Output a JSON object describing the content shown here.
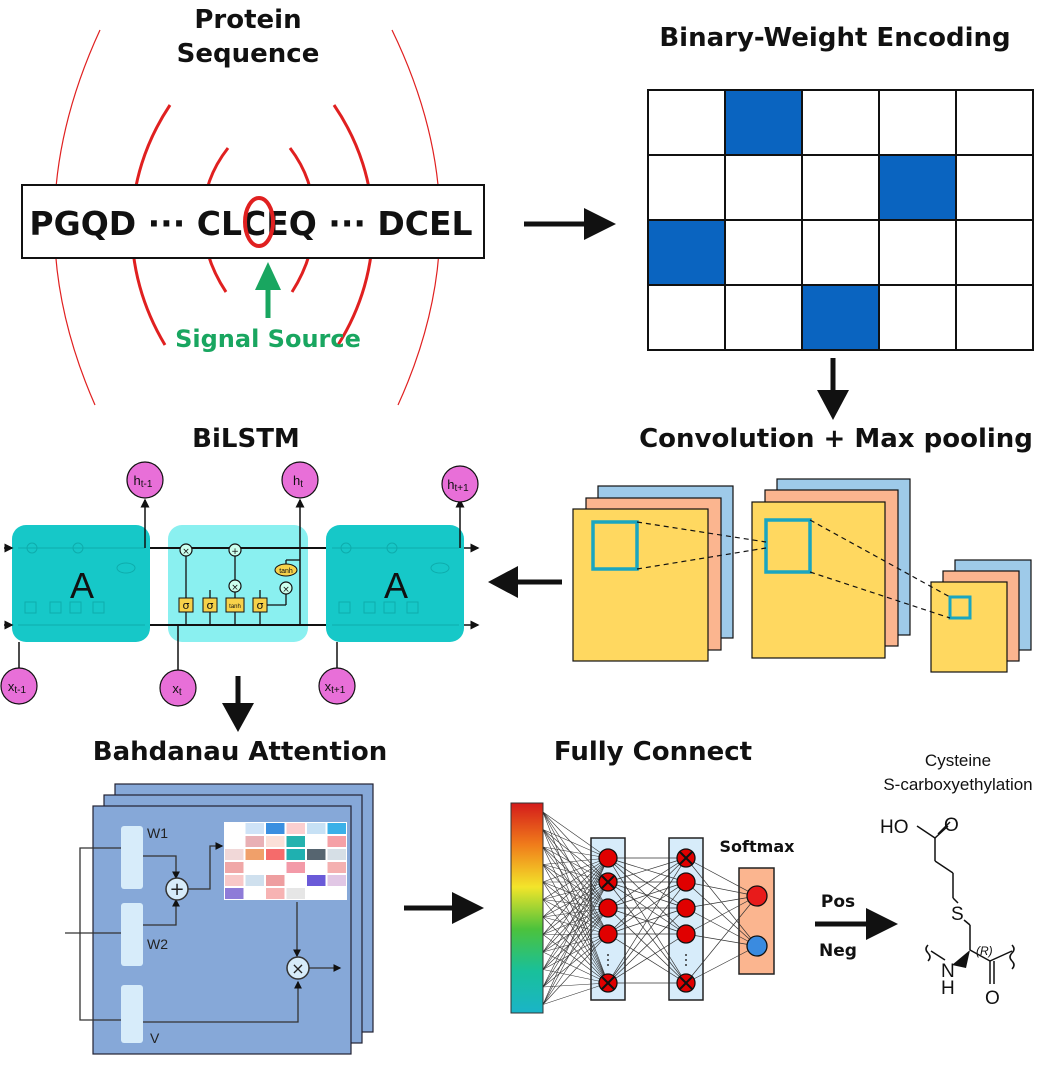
{
  "titles": {
    "protein_line1": "Protein",
    "protein_line2": "Sequence",
    "binary": "Binary-Weight Encoding",
    "conv": "Convolution + Max pooling",
    "bilstm": "BiLSTM",
    "attention": "Bahdanau Attention",
    "fc": "Fully Connect",
    "product_line1": "Cysteine",
    "product_line2": "S-carboxyethylation"
  },
  "sequence": {
    "left": "PGQD ··· CL",
    "center": "C",
    "right": "EQ ··· DCEL"
  },
  "signal_label": "Signal Source",
  "bilstm": {
    "outputs": [
      "h",
      "h",
      "h"
    ],
    "output_subs": [
      "t-1",
      "t",
      "t+1"
    ],
    "inputs": [
      "x",
      "x",
      "x"
    ],
    "input_subs": [
      "t-1",
      "t",
      "t+1"
    ],
    "cell_label": "A",
    "gate_labels": [
      "σ",
      "σ",
      "tanh",
      "σ"
    ],
    "tanh_label": "tanh"
  },
  "attention_labels": {
    "w1": "W1",
    "w2": "W2",
    "v": "V"
  },
  "fc": {
    "softmax": "Softmax"
  },
  "classes": {
    "pos": "Pos",
    "neg": "Neg"
  },
  "molecule": {
    "hooh": "HO",
    "o1": "O",
    "s": "S",
    "nh": "H",
    "n": "N",
    "r": "(R)",
    "o2": "O"
  },
  "colors": {
    "encoding_fill": "#0a64c0",
    "feature_map": "#ffd860",
    "feature_back1": "#fbb58f",
    "feature_back2": "#9ecae9",
    "bilstm_cell": "#16c8c8",
    "bilstm_center": "#8af0f0",
    "bilstm_node": "#e86fd8",
    "attention_panel": "#86a8d8",
    "signal_green": "#19a660",
    "arc_red": "#e02020"
  }
}
